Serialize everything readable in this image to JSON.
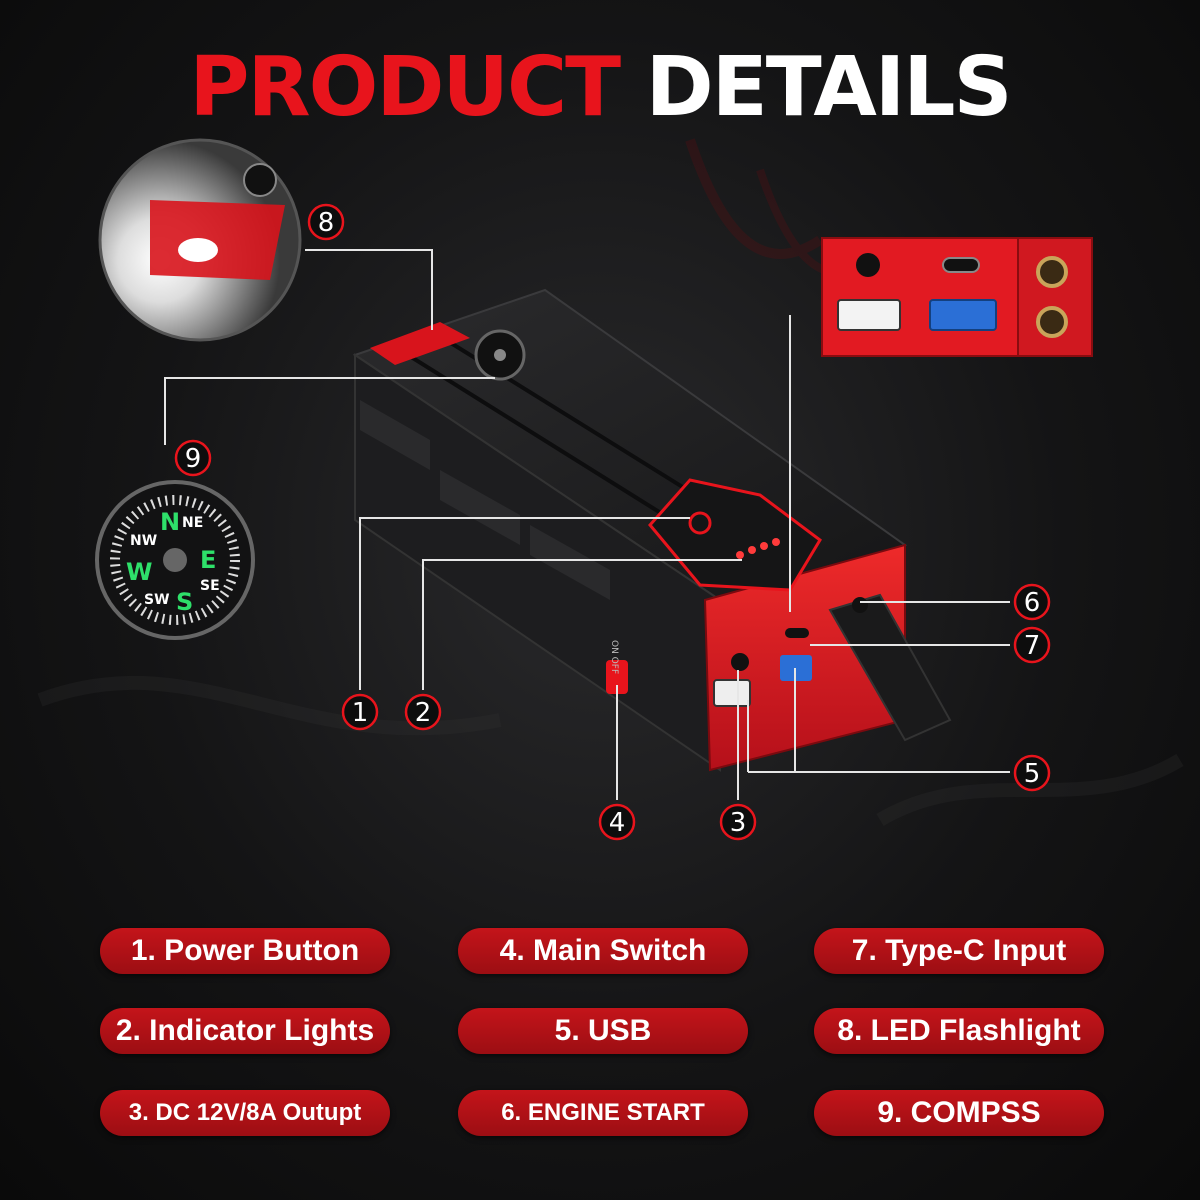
{
  "title": {
    "part1": "PRODUCT",
    "part2": "DETAILS"
  },
  "device": {
    "switch_label": "ON OFF"
  },
  "callouts": [
    "1",
    "2",
    "3",
    "4",
    "5",
    "6",
    "7",
    "8",
    "9"
  ],
  "compass": {
    "letters": [
      "N",
      "NE",
      "E",
      "SE",
      "S",
      "SW",
      "W",
      "NW"
    ]
  },
  "features": [
    "1. Power Button",
    "4. Main Switch",
    "7. Type-C Input",
    "2. Indicator Lights",
    "5. USB",
    "8. LED Flashlight",
    "3. DC 12V/8A Outupt",
    "6. ENGINE START",
    "9. COMPSS"
  ],
  "colors": {
    "accent": "#e8141c",
    "pill": "#b0111a",
    "background": "#141415"
  }
}
